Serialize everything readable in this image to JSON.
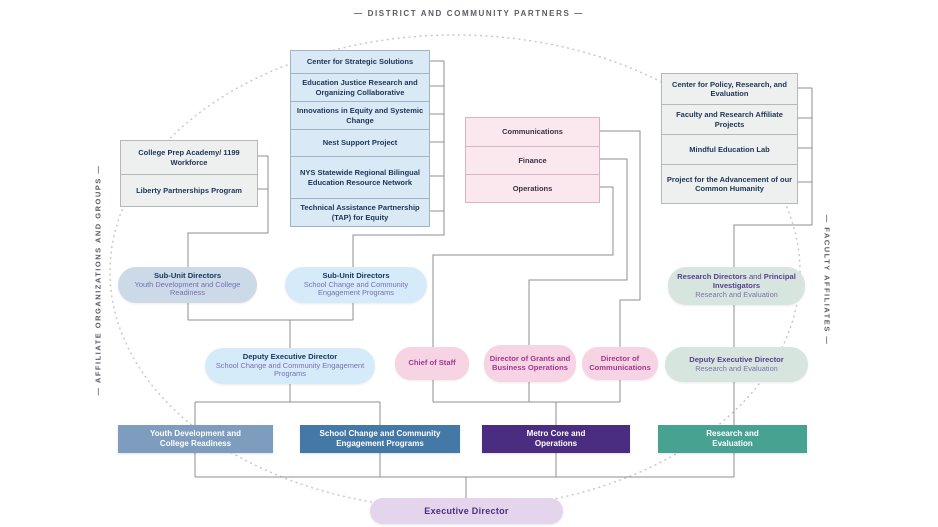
{
  "header": {
    "top_label": "— DISTRICT AND COMMUNITY PARTNERS —"
  },
  "side_labels": {
    "left": "— AFFILIATE ORGANIZATIONS AND GROUPS —",
    "right": "— FACULTY AFFILIATES —"
  },
  "affiliate_stack_left": {
    "items": [
      "College Prep Academy/ 1199 Workforce",
      "Liberty Partnerships Program"
    ]
  },
  "district_partner_stack": {
    "items": [
      "Center for Strategic Solutions",
      "Education Justice Research and Organizing Collaborative",
      "Innovations in Equity and Systemic Change",
      "Nest Support Project",
      "NYS Statewide Regional Bilingual Education Resource Network",
      "Technical Assistance Partnership (TAP) for Equity"
    ]
  },
  "operations_stack": {
    "items": [
      "Communications",
      "Finance",
      "Operations"
    ]
  },
  "faculty_stack_right": {
    "items": [
      "Center for Policy, Research, and Evaluation",
      "Faculty and Research Affiliate Projects",
      "Mindful Education Lab",
      "Project for the Advancement of our Common Humanity"
    ]
  },
  "pills": {
    "subunit_left": {
      "title": "Sub-Unit Directors",
      "subtitle": "Youth Development and College Readiness"
    },
    "subunit_center": {
      "title": "Sub-Unit Directors",
      "subtitle": "School Change and Community Engagement Programs"
    },
    "research_directors": {
      "title_bold1": "Research Directors",
      "title_joiner": "and",
      "title_bold2": "Principal Investigators",
      "subtitle": "Research and Evaluation"
    },
    "deputy_left": {
      "title": "Deputy Executive Director",
      "subtitle": "School Change and Community Engagement Programs"
    },
    "chief_of_staff": {
      "title": "Chief of Staff"
    },
    "director_grants": {
      "title": "Director of Grants and Business Operations"
    },
    "director_comms": {
      "title": "Director of Communications"
    },
    "deputy_right": {
      "title": "Deputy Executive Director",
      "subtitle": "Research and Evaluation"
    },
    "executive_director": {
      "title": "Executive Director"
    }
  },
  "departments": {
    "youth_dev": "Youth Development and College Readiness",
    "school_change": "School Change and Community Engagement Programs",
    "metro_core": "Metro Core and Operations",
    "research_eval": "Research and Evaluation"
  },
  "colors": {
    "department_youth_dev": "#7d9cbe",
    "department_school_change": "#4478a7",
    "department_metro_core": "#4a2d80",
    "department_research_eval": "#48a292",
    "stack_partners_fill": "#d9e9f5",
    "stack_affiliates_fill": "#eef0ef",
    "stack_operations_fill": "#fbe7ee",
    "pill_pink_fill": "#f7d4e4",
    "pill_blue_fill": "#d5ebf9",
    "pill_bluegray_fill": "#ccd9e7",
    "pill_green_fill": "#d7e5df",
    "pill_lavender_fill": "#e4d4ec",
    "accent_navy": "#16355e",
    "accent_purple": "#5a3d90",
    "accent_magenta": "#a2388f",
    "accent_blueviolet": "#7570b5",
    "connector_gray": "#8f8f8f",
    "boundary_dotted": "#c6c6c6"
  }
}
